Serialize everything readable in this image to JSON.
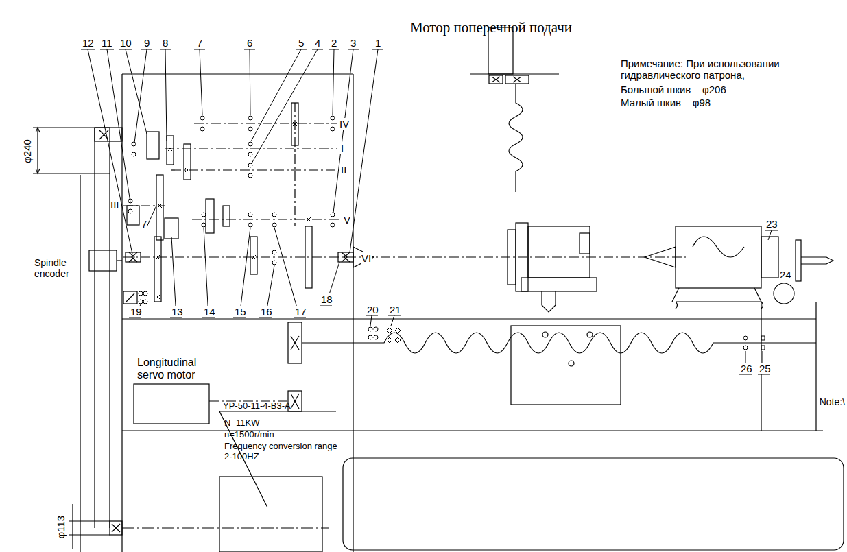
{
  "diagram": {
    "labels": [
      "Мотор поперечной подачи",
      "12",
      "11",
      "10",
      "9",
      "8",
      "7",
      "6",
      "5",
      "4",
      "2",
      "3",
      "1",
      "Примечание: При использовании гидравлического патрона,",
      "Большой шкив – φ206",
      "Малый шкив – φ98",
      "φ240",
      "IV",
      "I",
      "II",
      "III",
      "V",
      "VI",
      "7",
      "23",
      "24",
      "Spindle encoder",
      "19",
      "13",
      "14",
      "15",
      "16",
      "17",
      "18",
      "20",
      "21",
      "Longitudinal servo motor",
      "26",
      "25",
      "Note:\\",
      "YP-50-11-4-B3-A",
      "N=11KW",
      "n=1500r/min",
      "Frequency conversion range 2-100HZ",
      "φ113"
    ]
  }
}
